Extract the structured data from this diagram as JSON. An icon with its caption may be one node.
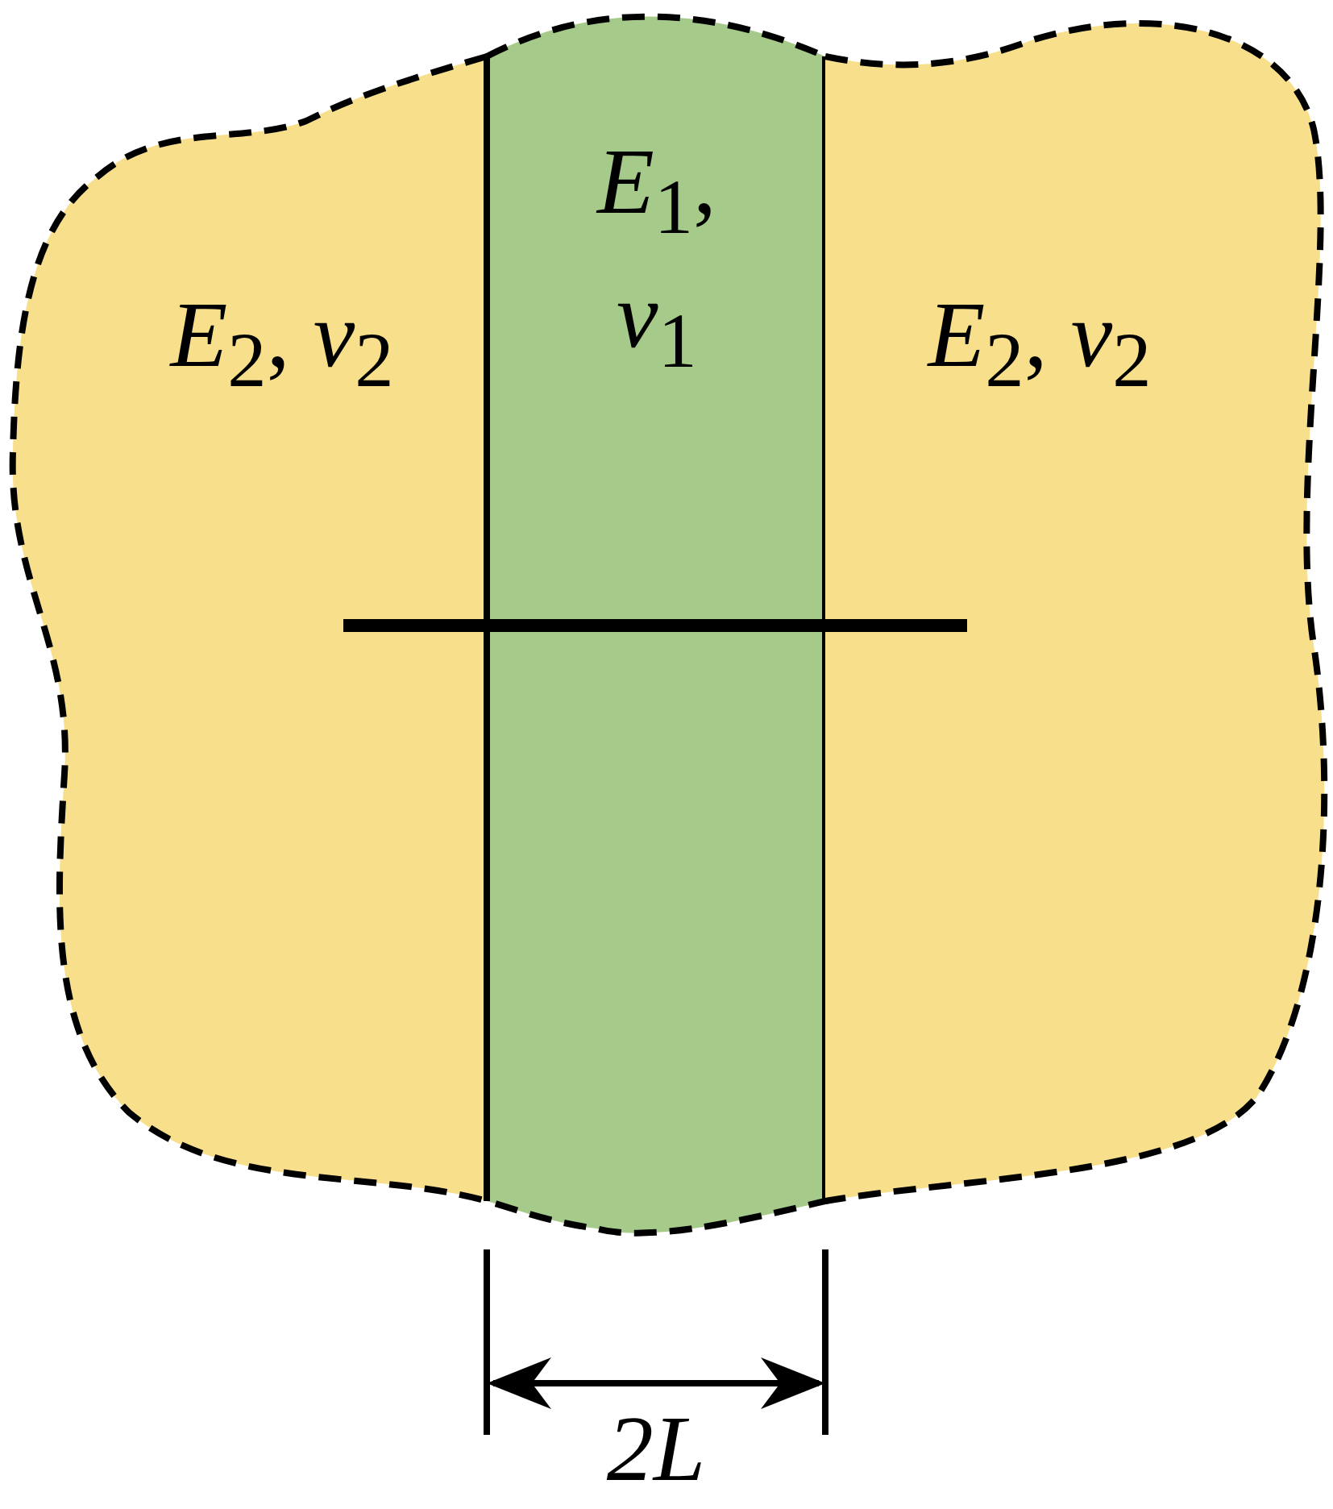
{
  "diagram": {
    "nodes": [
      {
        "text": [
          "*E*$_{2}$, *ν*$_{2}$"
        ]
      },
      {
        "text": [
          "*E*$_{1}$, *ν*$_{1}$"
        ]
      },
      {
        "text": [
          "*E*$_{2}$, *ν*$_{2}$"
        ]
      },
      {
        "text": [],
        "shape": "bar"
      }
    ],
    "labels": [
      "2L"
    ]
  }
}
